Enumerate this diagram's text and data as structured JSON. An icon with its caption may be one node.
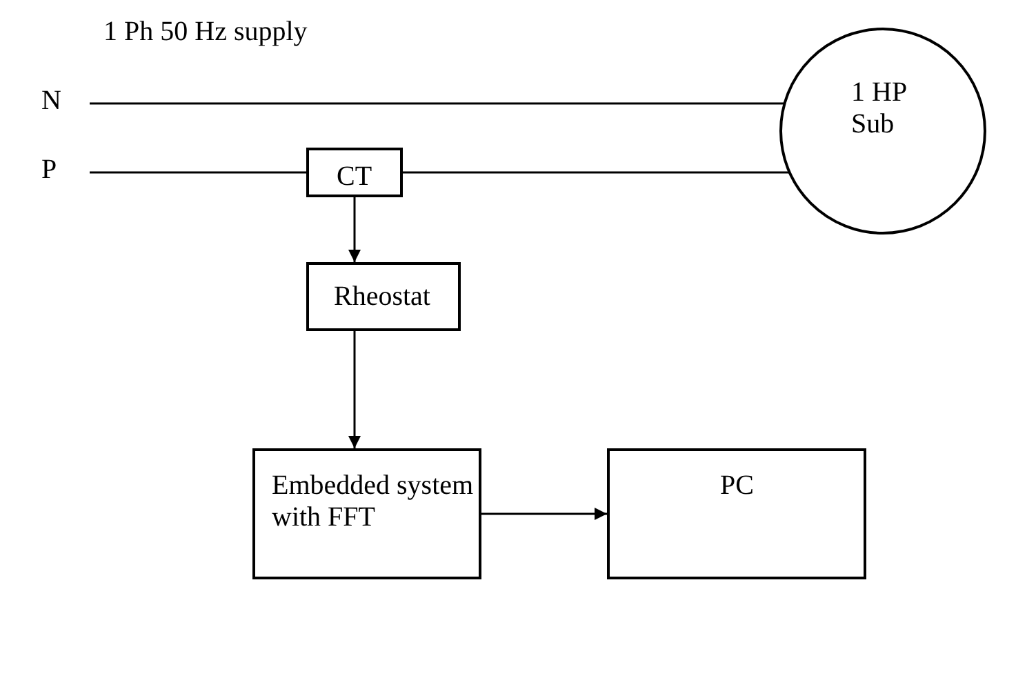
{
  "diagram": {
    "nodes": [
      {
        "text": [
          "N"
        ]
      },
      {
        "text": [
          "P"
        ]
      },
      {
        "text": [
          "CT"
        ]
      },
      {
        "text": [
          "1 HP Sub"
        ]
      },
      {
        "text": [
          "Rheostat"
        ]
      },
      {
        "text": [
          "Embedded system with FFT"
        ]
      },
      {
        "text": [
          "PC"
        ]
      }
    ],
    "edges": [
      {
        "from": 0,
        "to": 3,
        "arrow": "none"
      },
      {
        "from": 1,
        "to": 2,
        "arrow": "none"
      },
      {
        "from": 2,
        "to": 3,
        "arrow": "none"
      },
      {
        "from": 2,
        "to": 4,
        "arrow": "to"
      },
      {
        "from": 4,
        "to": 5,
        "arrow": "to"
      },
      {
        "from": 5,
        "to": 6,
        "arrow": "to"
      }
    ],
    "labels": [
      "1 Ph 50 Hz supply"
    ]
  }
}
